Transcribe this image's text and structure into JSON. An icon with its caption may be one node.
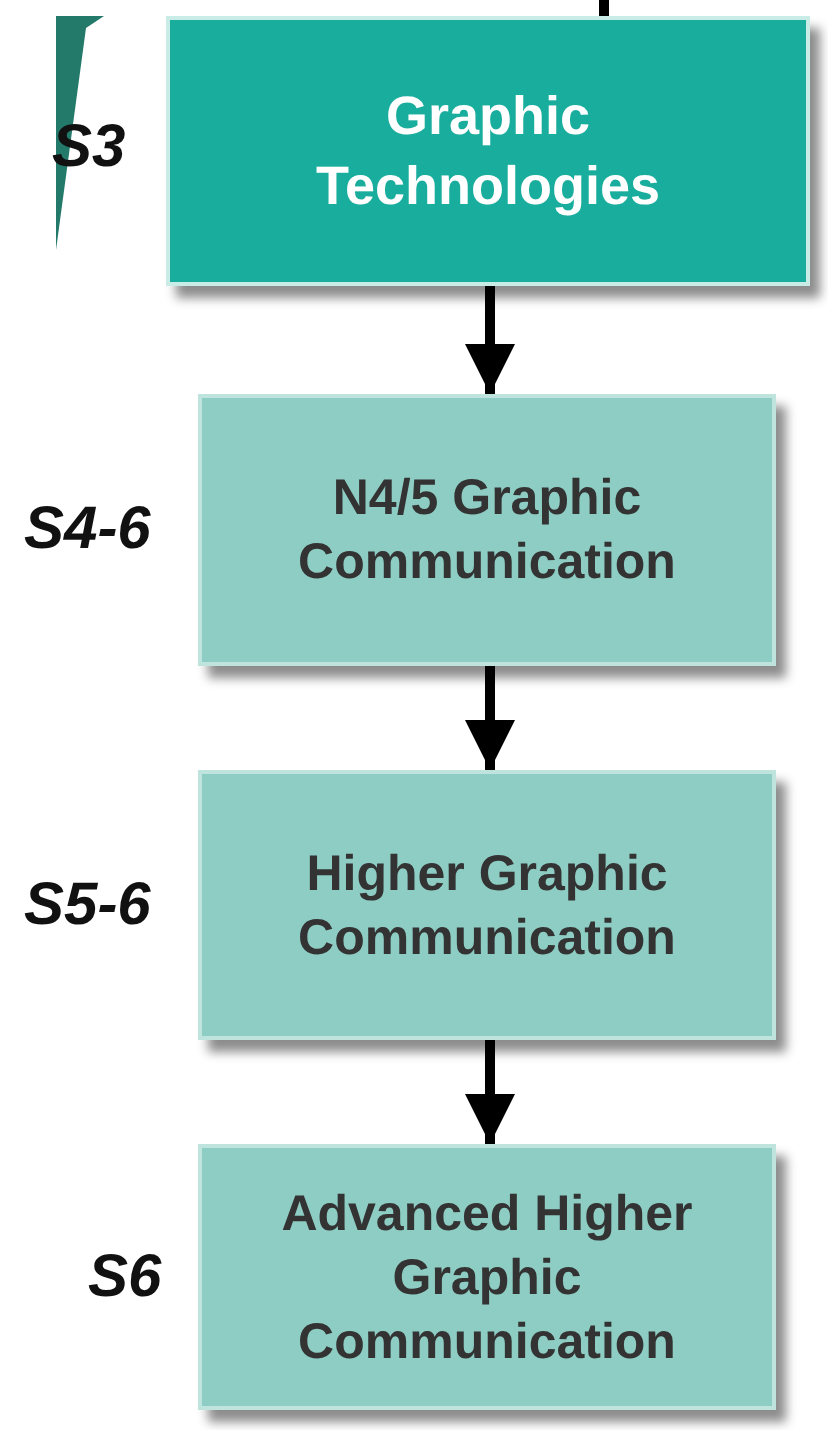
{
  "diagram": {
    "nodes": [
      {
        "text": [
          "Graphic Technologies"
        ],
        "beside": [
          "S3"
        ]
      },
      {
        "text": [
          "N4/5 Graphic Communication"
        ],
        "beside": [
          "S4-6"
        ]
      },
      {
        "text": [
          "Higher Graphic Communication"
        ],
        "beside": [
          "S5-6"
        ]
      },
      {
        "text": [
          "Advanced Higher Graphic Communication"
        ],
        "beside": [
          "S6"
        ]
      }
    ],
    "edges": [
      {
        "from": null,
        "to": 0,
        "arrow": "none"
      },
      {
        "from": 0,
        "to": 1,
        "arrow": "to"
      },
      {
        "from": 1,
        "to": 2,
        "arrow": "to"
      },
      {
        "from": 2,
        "to": 3,
        "arrow": "to"
      }
    ]
  }
}
